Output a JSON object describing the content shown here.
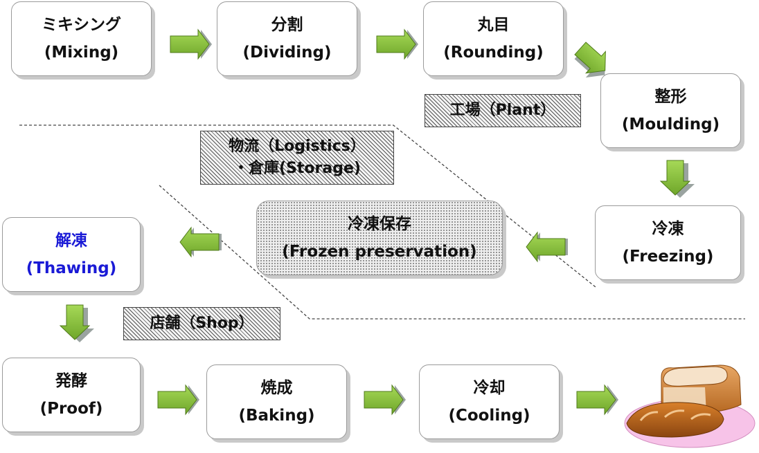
{
  "steps": {
    "mixing": {
      "jp": "ミキシング",
      "en": "(Mixing)"
    },
    "dividing": {
      "jp": "分割",
      "en": "(Dividing)"
    },
    "rounding": {
      "jp": "丸目",
      "en": "(Rounding)"
    },
    "moulding": {
      "jp": "整形",
      "en": "(Moulding)"
    },
    "freezing": {
      "jp": "冷凍",
      "en": "(Freezing)"
    },
    "frozen_preservation": {
      "jp": "冷凍保存",
      "en": "(Frozen preservation)"
    },
    "thawing": {
      "jp": "解凍",
      "en": "(Thawing)"
    },
    "proof": {
      "jp": "発酵",
      "en": "(Proof)"
    },
    "baking": {
      "jp": "焼成",
      "en": "(Baking)"
    },
    "cooling": {
      "jp": "冷却",
      "en": "(Cooling)"
    }
  },
  "zones": {
    "plant": "工場（Plant）",
    "logistics_line1": "物流（Logistics）",
    "logistics_line2": "・倉庫(Storage)",
    "shop": "店舗（Shop）"
  },
  "colors": {
    "arrow_fill": "#8dc63f",
    "arrow_stroke": "#4f7a1b",
    "thawing_text": "#1a1ad6"
  }
}
